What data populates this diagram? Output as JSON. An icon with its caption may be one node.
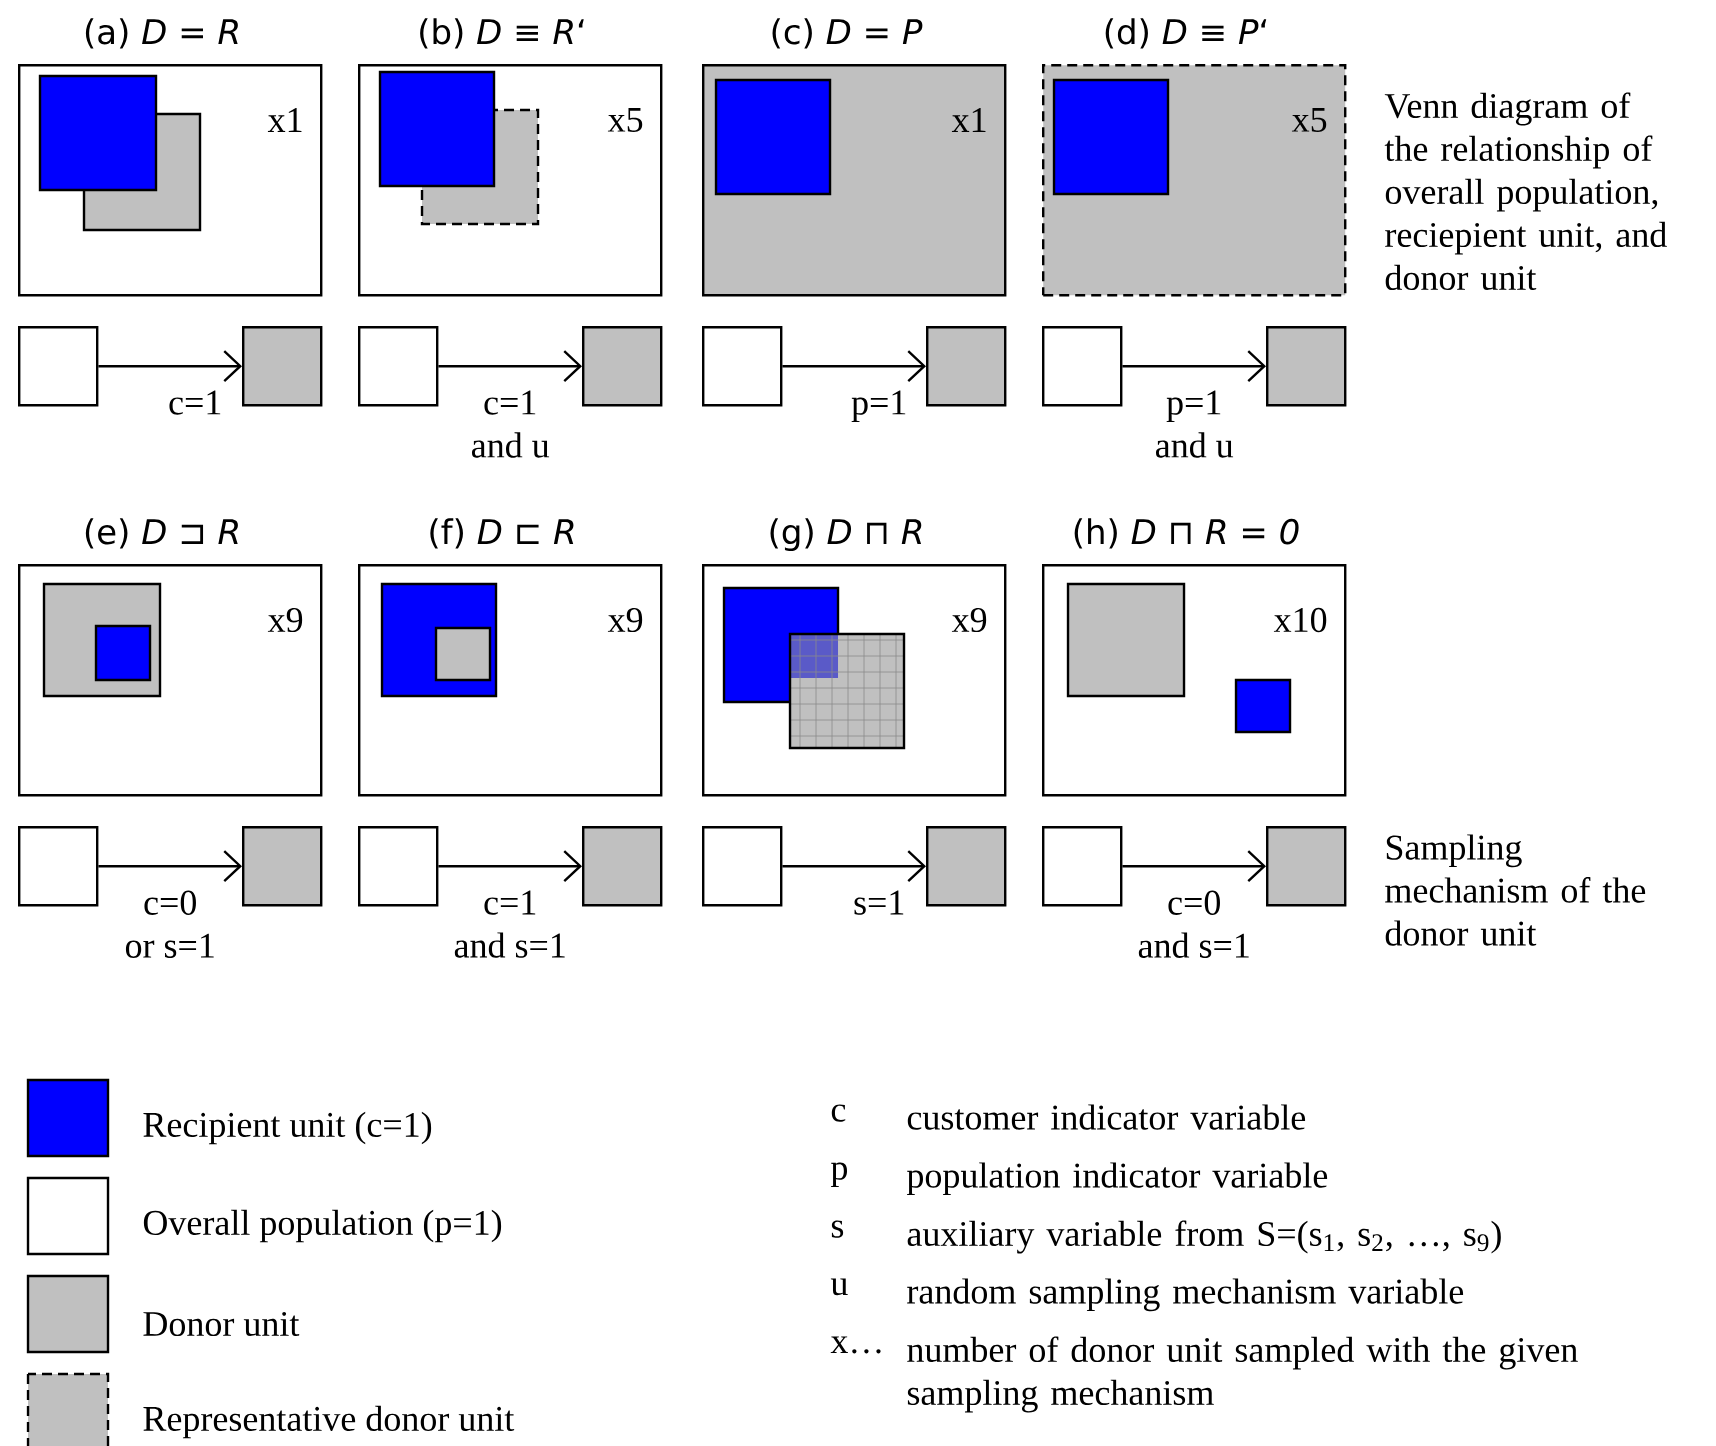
{
  "diagram": {
    "nodes": [
      {
        "text": [
          "(a) *D* = *R*",
          "x1"
        ]
      },
      {
        "text": [],
        "shape": "box"
      },
      {
        "text": [],
        "shape": "box"
      },
      {
        "text": [
          "(b) *D* ≡ *R*‘",
          "x5"
        ]
      },
      {
        "text": [],
        "shape": "box"
      },
      {
        "text": [],
        "shape": "box"
      },
      {
        "text": [
          "(c) *D* = *P*",
          "x1"
        ]
      },
      {
        "text": [],
        "shape": "box"
      },
      {
        "text": [],
        "shape": "box"
      },
      {
        "text": [
          "(d) *D* ≡ *P*‘",
          "x5"
        ]
      },
      {
        "text": [],
        "shape": "box"
      },
      {
        "text": [],
        "shape": "box"
      },
      {
        "text": [
          "(e) *D* ⊐ *R*",
          "x9"
        ]
      },
      {
        "text": [],
        "shape": "box"
      },
      {
        "text": [],
        "shape": "box"
      },
      {
        "text": [
          "(f) *D* ⊏ *R*",
          "x9"
        ]
      },
      {
        "text": [],
        "shape": "box"
      },
      {
        "text": [],
        "shape": "box"
      },
      {
        "text": [
          "(g) *D* ⊓ *R*",
          "x9"
        ]
      },
      {
        "text": [],
        "shape": "box"
      },
      {
        "text": [],
        "shape": "box"
      },
      {
        "text": [
          "(h) *D* ⊓ *R* = *0*",
          "x10"
        ]
      },
      {
        "text": [],
        "shape": "box"
      },
      {
        "text": [],
        "shape": "box"
      }
    ],
    "edges": [
      {
        "from": 1,
        "to": 2,
        "arrow": "to",
        "label": "c=1"
      },
      {
        "from": 4,
        "to": 5,
        "arrow": "to",
        "label": "c=1 and u"
      },
      {
        "from": 7,
        "to": 8,
        "arrow": "to",
        "label": "p=1"
      },
      {
        "from": 10,
        "to": 11,
        "arrow": "to",
        "label": "p=1 and u"
      },
      {
        "from": 13,
        "to": 14,
        "arrow": "to",
        "label": "c=0 or s=1"
      },
      {
        "from": 16,
        "to": 17,
        "arrow": "to",
        "label": "c=1 and s=1"
      },
      {
        "from": 19,
        "to": 20,
        "arrow": "to",
        "label": "s=1"
      },
      {
        "from": 22,
        "to": 23,
        "arrow": "to",
        "label": "c=0 and s=1"
      }
    ],
    "labels": [
      "Venn diagram of the relationship of overall population, reciepient unit, and donor unit",
      "Sampling mechanism of the donor unit",
      "c",
      "customer indicator variable",
      "p",
      "population indicator variable",
      "s",
      "auxiliary variable from S=(s$_{1}$, s$_{2}$, …, s$_{9}$)",
      "u",
      "random sampling mechanism variable",
      "x…",
      "number of donor unit sampled with the given sampling mechanism"
    ],
    "legend": [
      {
        "text": "Recipient unit (c=1)",
        "color": "#0000ff"
      },
      {
        "text": "Overall population (p=1)"
      },
      {
        "text": "Donor unit",
        "color": "#c0c0c0"
      },
      {
        "text": "Representative donor unit",
        "color": "#c0c0c0"
      }
    ]
  }
}
